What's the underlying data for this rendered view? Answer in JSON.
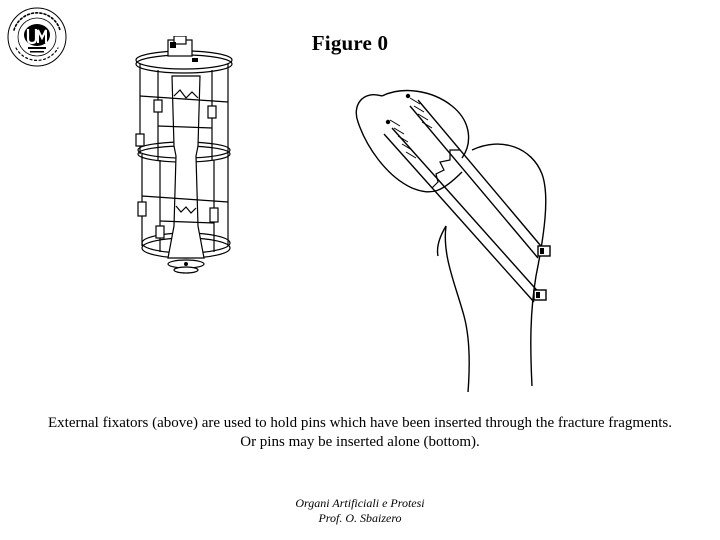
{
  "header": {
    "title": "Figure 0",
    "logo": {
      "type": "university-seal",
      "monogram": "UM",
      "ring_text": "UNIVERSITA' DEGLI STUDI DI TRIESTE",
      "inner_text": "INGEGNERIA TRIESTE"
    }
  },
  "figures": [
    {
      "name": "external-fixator-illustration"
    },
    {
      "name": "femur-pins-illustration"
    }
  ],
  "caption": {
    "line1": "External fixators (above) are used to hold pins which have been inserted through the fracture fragments.",
    "line2": "Or pins may be inserted alone (bottom)."
  },
  "footer": {
    "line1": "Organi Artificiali e Protesi",
    "line2": "Prof. O. Sbaizero"
  }
}
